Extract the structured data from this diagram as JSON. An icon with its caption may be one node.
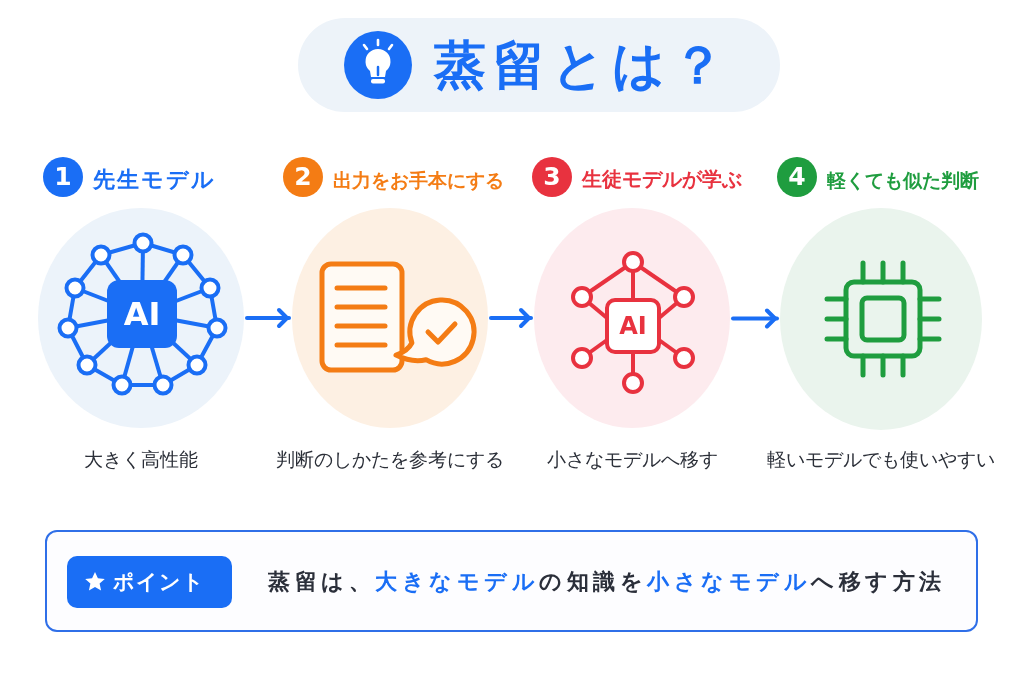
{
  "diagram": {
    "title": "蒸留とは？",
    "nodes": [
      {
        "text": [
          "1",
          "先生モデル"
        ],
        "beside": [
          "大きく高性能"
        ]
      },
      {
        "text": [
          "2",
          "出力をお手本にする"
        ],
        "beside": [
          "判断のしかたを参考にする"
        ]
      },
      {
        "text": [
          "3",
          "生徒モデルが学ぶ"
        ],
        "beside": [
          "小さなモデルへ移す"
        ]
      },
      {
        "text": [
          "4",
          "軽くても似た判断"
        ],
        "beside": [
          "軽いモデルでも使いやすい"
        ]
      },
      {
        "text": [
          "蒸留は、**大きなモデル**の知識を**小さなモデル**へ移す方法"
        ]
      },
      {
        "text": [
          "ポイント"
        ],
        "in": 4
      }
    ],
    "edges": [
      {
        "from": 0,
        "to": 1,
        "arrow": "to"
      },
      {
        "from": 1,
        "to": 2,
        "arrow": "to"
      },
      {
        "from": 2,
        "to": 3,
        "arrow": "to"
      }
    ],
    "labels": [
      "AI",
      "AI"
    ]
  }
}
